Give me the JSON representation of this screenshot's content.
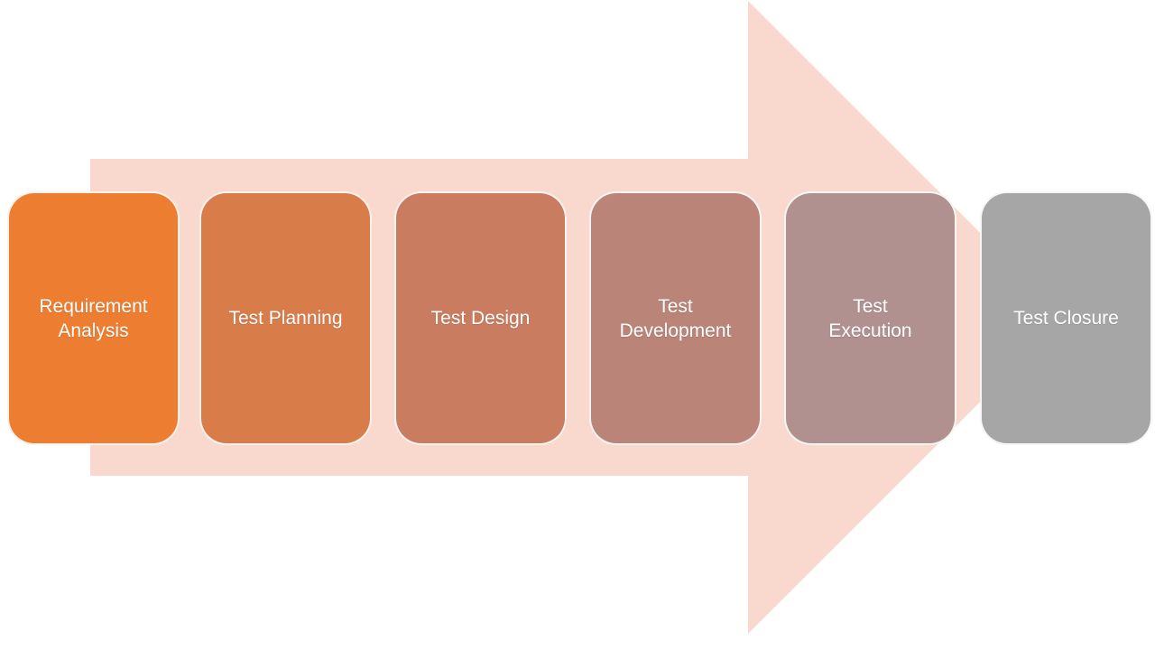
{
  "diagram": {
    "type": "process-flow",
    "background_color": "#FFFFFF",
    "arrow": {
      "shape": "right-arrow",
      "color": "#F9D9CD"
    },
    "text_color": "#FFFFFF",
    "stages": [
      {
        "label": "Requirement\nAnalysis",
        "color": "#ED7D31"
      },
      {
        "label": "Test Planning",
        "color": "#D87C4A"
      },
      {
        "label": "Test Design",
        "color": "#C97C60"
      },
      {
        "label": "Test\nDevelopment",
        "color": "#BA8578"
      },
      {
        "label": "Test\nExecution",
        "color": "#B09190"
      },
      {
        "label": "Test Closure",
        "color": "#A6A6A6"
      }
    ]
  }
}
